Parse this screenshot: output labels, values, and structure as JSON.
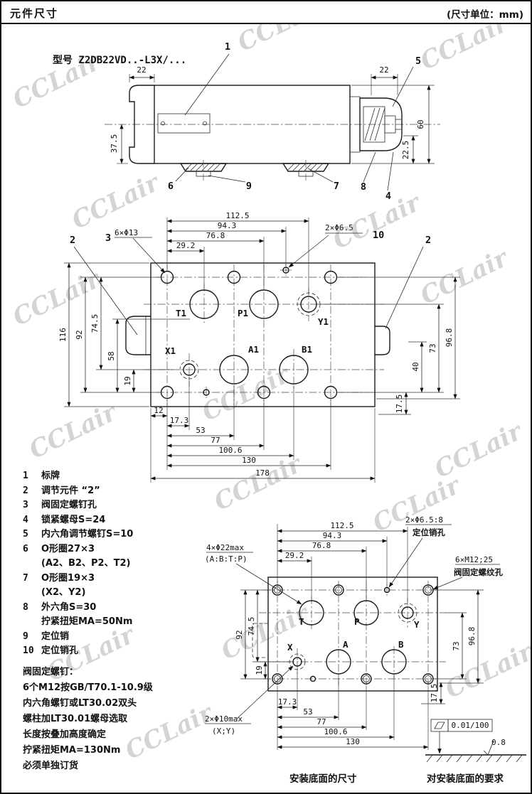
{
  "watermark": "CCLair",
  "header": {
    "title": "元件尺寸",
    "unit_note": "(尺寸单位：mm)"
  },
  "model_line": "型号 Z2DB22VD..-L3X/...",
  "side_view": {
    "dims": {
      "left_22": "22",
      "right_22": "22",
      "h_60": "60",
      "v_37_5": "37.5",
      "v_22_5": "22.5"
    },
    "callouts": {
      "c1": "1",
      "c4": "4",
      "c5": "5",
      "c6": "6",
      "c7": "7",
      "c8": "8",
      "c9": "9"
    }
  },
  "top_view": {
    "dims_top": {
      "d112_5": "112.5",
      "d94_3": "94.3",
      "d76_8": "76.8",
      "d29_2": "29.2"
    },
    "dims_left": {
      "d116": "116",
      "d92": "92",
      "d74_5": "74.5",
      "d58": "58",
      "d19": "19"
    },
    "dims_right": {
      "d96_8": "96.8",
      "d73": "73",
      "d40": "40",
      "d17_5": "17.5"
    },
    "dims_bottom": {
      "d12": "12",
      "d17_3": "17.3",
      "d53": "53",
      "d77": "77",
      "d100_6": "100.6",
      "d130": "130",
      "d178": "178"
    },
    "hole_labels": {
      "bolt_holes": "6×Φ13",
      "pin_holes": "2×Φ6.5"
    },
    "callouts": {
      "c2_left": "2",
      "c2_right": "2",
      "c3": "3",
      "c10": "10"
    },
    "ports": {
      "t1": "T1",
      "p1": "P1",
      "y1": "Y1",
      "x1": "X1",
      "a1": "A1",
      "b1": "B1"
    }
  },
  "bottom_view": {
    "dims_top": {
      "d112_5": "112.5",
      "d94_3": "94.3",
      "d76_8": "76.8",
      "d29_2": "29.2"
    },
    "dims_left": {
      "d92": "92",
      "d74_5": "74.5",
      "d19": "19"
    },
    "dims_right": {
      "d96_8": "96.8",
      "d73": "73",
      "d17_5": "17.5"
    },
    "dims_bottom": {
      "d17_3": "17.3",
      "d53": "53",
      "d77": "77",
      "d100_6": "100.6",
      "d130": "130"
    },
    "labels": {
      "pin_holes": "2×Φ6.5:8",
      "pin_holes_name": "定位销孔",
      "thread_holes": "6×M12;25",
      "thread_holes_name": "阀固定螺纹孔",
      "port_holes": "4×Φ22max",
      "port_holes_ports": "(A:B:T:P)",
      "xy_holes": "2×Φ10max",
      "xy_holes_ports": "(X;Y)"
    },
    "ports": {
      "t": "T",
      "p": "P",
      "y": "Y",
      "x": "X",
      "a": "A",
      "b": "B"
    },
    "caption": "安装底面的尺寸"
  },
  "legend": {
    "items": [
      {
        "num": "1",
        "text": "标牌"
      },
      {
        "num": "2",
        "text": "调节元件 “2”"
      },
      {
        "num": "3",
        "text": "阀固定螺钉孔"
      },
      {
        "num": "4",
        "text": "锁紧螺母S=24"
      },
      {
        "num": "5",
        "text": "内六角调节螺钉S=10"
      },
      {
        "num": "6",
        "text": "O形圈27×3"
      },
      {
        "num": "",
        "text": "(A2、B2、P2、T2)"
      },
      {
        "num": "7",
        "text": "O形圈19×3"
      },
      {
        "num": "",
        "text": "(X2、Y2)"
      },
      {
        "num": "8",
        "text": "外六角S=30"
      },
      {
        "num": "",
        "text": "拧紧扭矩MA=50Nm"
      },
      {
        "num": "9",
        "text": "定位销"
      },
      {
        "num": "10",
        "text": "定位销孔"
      }
    ]
  },
  "notes": {
    "title": "阀固定螺钉：",
    "lines": [
      "6个M12按GB/T70.1-10.9级",
      "内六角螺钉或LT30.02双头",
      "螺柱加LT30.01螺母选取",
      "长度按叠加高度确定",
      "拧紧扭矩MA=130Nm",
      "必须单独订货"
    ]
  },
  "surface_req": {
    "flatness": "0.01/100",
    "roughness": "0.8",
    "caption": "对安装底面的要求"
  }
}
